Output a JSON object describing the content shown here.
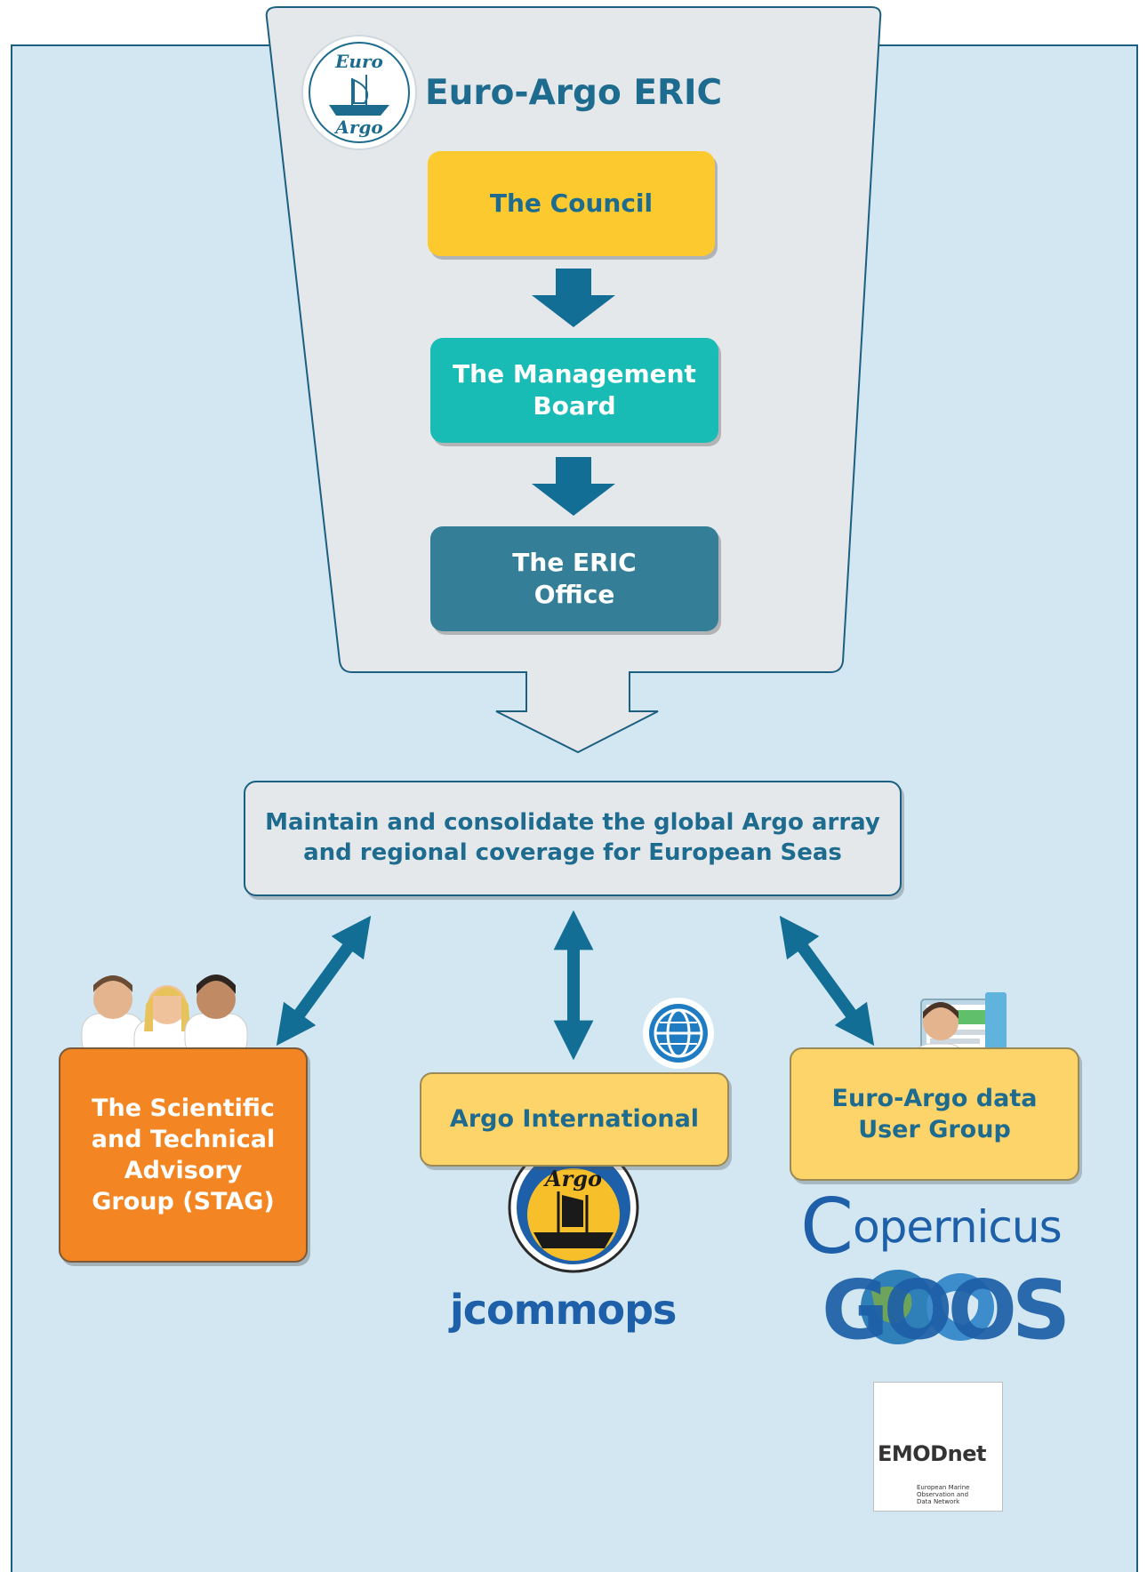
{
  "header": {
    "title": "Euro-Argo ERIC"
  },
  "logo_euro_argo": {
    "top_text": "Euro",
    "bottom_text": "Argo"
  },
  "governance": {
    "council": "The Council",
    "management_board": {
      "line1": "The Management",
      "line2": "Board"
    },
    "eric_office": {
      "line1": "The ERIC",
      "line2": "Office"
    }
  },
  "mission": {
    "line1": "Maintain and consolidate the global Argo array",
    "line2": "and regional coverage for European Seas"
  },
  "partners": {
    "stag": {
      "line1": "The Scientific",
      "line2": "and Technical",
      "line3": "Advisory",
      "line4": "Group (STAG)"
    },
    "argo_international": "Argo International",
    "user_group": {
      "line1": "Euro-Argo data",
      "line2": "User Group"
    }
  },
  "logos": {
    "argo": "Argo",
    "jcommops": "jcommops",
    "copernicus": "opernicus",
    "goos": "GOOS",
    "emodnet": {
      "name": "EMODnet",
      "line1": "European Marine",
      "line2": "Observation and",
      "line3": "Data Network"
    }
  },
  "colors": {
    "background": "#d2e7f2",
    "funnel": "#e5e8eb",
    "border": "#1c5f80",
    "arrow": "#136e96",
    "council": "#fcc92f",
    "management_board": "#19bbb5",
    "eric_office": "#347f97",
    "stag": "#f38523",
    "partner_box": "#fdd46a",
    "text_dark": "#1d6b8e"
  },
  "icons": [
    "globe-icon",
    "scientists-icon",
    "data-user-icon",
    "down-arrow-icon",
    "double-arrow-icon"
  ]
}
